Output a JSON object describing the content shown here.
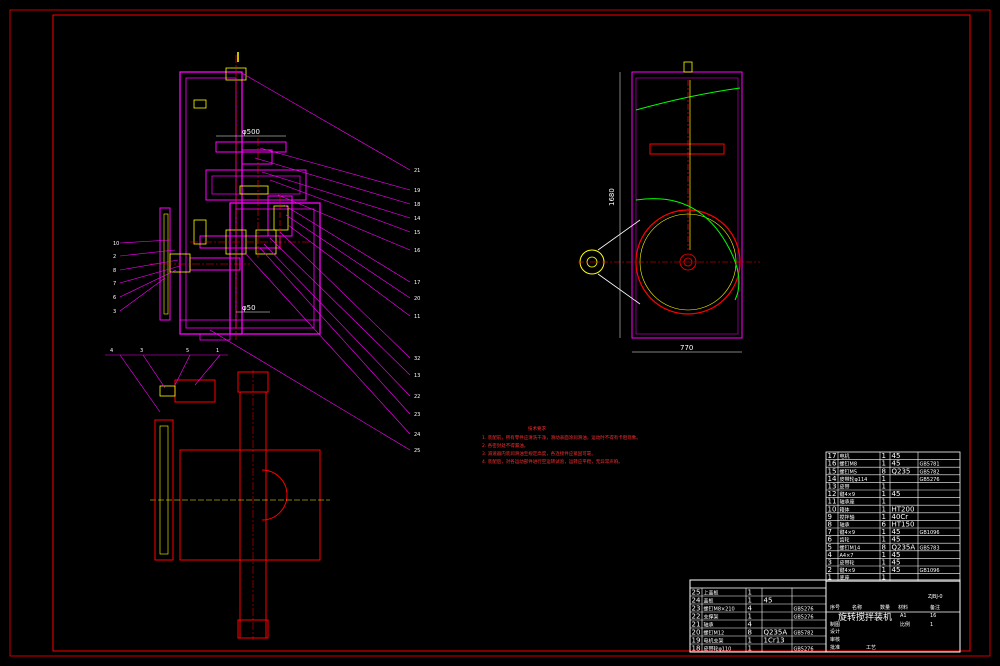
{
  "drawing": {
    "colors": {
      "background": "#000000",
      "border": "#ff0000",
      "part": "#ff00ff",
      "centerline": "#ff0000",
      "detail": "#ffff00",
      "table": "#ffffff",
      "curve": "#00ff00"
    },
    "main_view": {
      "dim_top": "φ500",
      "dim_bottom": "φ50",
      "left_callouts": [
        "10",
        "2",
        "8",
        "7",
        "6",
        "3"
      ],
      "right_callouts": [
        "21",
        "19",
        "18",
        "14",
        "15",
        "16",
        "17",
        "20",
        "11",
        "32",
        "13",
        "22",
        "23",
        "24",
        "25"
      ]
    },
    "section_view": {
      "callouts": [
        "4",
        "3",
        "5",
        "1"
      ]
    },
    "side_view": {
      "dim_height": "1680",
      "dim_width": "770"
    },
    "notes": {
      "title": "技术要求",
      "lines": [
        "1. 装配前，所有零件应清洗干净，滑动表面涂润滑油，运动时不得有卡阻现象。",
        "2. 各密封处不得漏油。",
        "3. 减速器内装润滑油至规定高度，各连接件应紧固可靠。",
        "4. 装配后，对各运动部件进行空运转试验，运转应平稳，无异常声响。"
      ]
    },
    "title_block": {
      "name": "旋转搅拌装机",
      "scale_label": "比例",
      "scale": "1",
      "sheet": "A1",
      "sheets_total": "16",
      "drawing_no": "ZJBJ-0"
    },
    "parts_list": [
      {
        "no": "17",
        "name": "电机",
        "qty": "1",
        "material": "45",
        "standard": ""
      },
      {
        "no": "16",
        "name": "螺钉M8",
        "qty": "1",
        "material": "45",
        "standard": "GB5781"
      },
      {
        "no": "15",
        "name": "螺钉M5",
        "qty": "8",
        "material": "Q235",
        "standard": "GB5782"
      },
      {
        "no": "14",
        "name": "皮带轮φ114",
        "qty": "1",
        "material": "",
        "standard": "GB5276"
      },
      {
        "no": "13",
        "name": "皮带",
        "qty": "1",
        "material": "",
        "standard": ""
      },
      {
        "no": "12",
        "name": "键4×9",
        "qty": "1",
        "material": "45",
        "standard": ""
      },
      {
        "no": "11",
        "name": "轴承座",
        "qty": "1",
        "material": "",
        "standard": ""
      },
      {
        "no": "10",
        "name": "箱体",
        "qty": "1",
        "material": "HT200",
        "standard": ""
      },
      {
        "no": "9",
        "name": "搅拌轴",
        "qty": "1",
        "material": "40Cr",
        "standard": ""
      },
      {
        "no": "8",
        "name": "轴承",
        "qty": "6",
        "material": "HT150",
        "standard": ""
      },
      {
        "no": "7",
        "name": "键4×9",
        "qty": "1",
        "material": "45",
        "standard": "GB1096"
      },
      {
        "no": "6",
        "name": "齿轮",
        "qty": "1",
        "material": "45",
        "standard": ""
      },
      {
        "no": "5",
        "name": "螺钉M14",
        "qty": "8",
        "material": "Q235A",
        "standard": "GB5783"
      },
      {
        "no": "4",
        "name": "A4×7",
        "qty": "1",
        "material": "45",
        "standard": ""
      },
      {
        "no": "3",
        "name": "皮带轮",
        "qty": "1",
        "material": "45",
        "standard": ""
      },
      {
        "no": "2",
        "name": "键4×9",
        "qty": "1",
        "material": "45",
        "standard": "GB1096"
      },
      {
        "no": "1",
        "name": "底座",
        "qty": "1",
        "material": "",
        "standard": ""
      }
    ],
    "bottom_parts": [
      {
        "no": "25",
        "name": "上盖板",
        "qty": "1",
        "material": "",
        "standard": ""
      },
      {
        "no": "24",
        "name": "盖板",
        "qty": "1",
        "material": "45",
        "standard": ""
      },
      {
        "no": "23",
        "name": "螺钉M8×210",
        "qty": "4",
        "material": "",
        "standard": "GB5276"
      },
      {
        "no": "22",
        "name": "支撑架",
        "qty": "1",
        "material": "",
        "standard": "GB5276"
      },
      {
        "no": "21",
        "name": "轴承",
        "qty": "4",
        "material": "",
        "standard": ""
      },
      {
        "no": "20",
        "name": "螺钉M12",
        "qty": "8",
        "material": "Q235A",
        "standard": "GB5782"
      },
      {
        "no": "19",
        "name": "电机支架",
        "qty": "1",
        "material": "1Cr13",
        "standard": ""
      },
      {
        "no": "18",
        "name": "皮带轮φ110",
        "qty": "1",
        "material": "",
        "standard": "GB5276"
      }
    ],
    "table_headers": {
      "no": "序号",
      "name": "名称",
      "qty": "数量",
      "material": "材料",
      "standard": "备注",
      "designer": "设计",
      "checker": "审核",
      "approver": "批准",
      "drawer": "制图",
      "process": "工艺"
    }
  }
}
